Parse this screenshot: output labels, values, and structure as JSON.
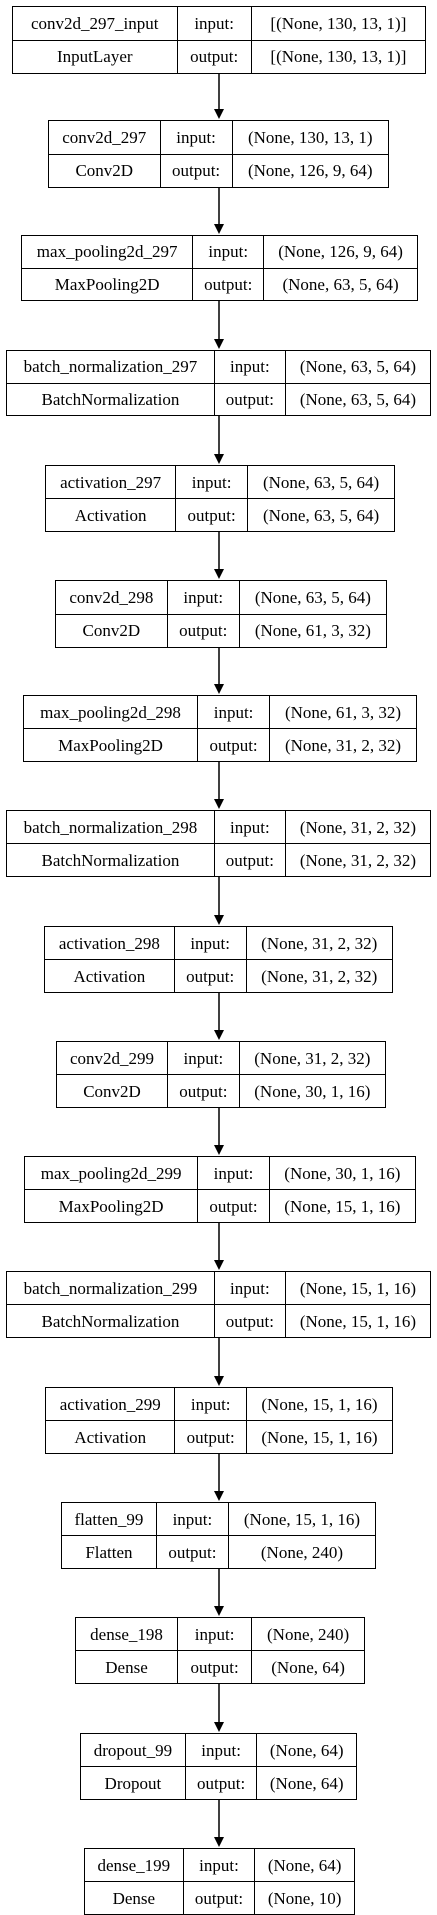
{
  "layers": [
    {
      "name": "conv2d_297_input",
      "type": "InputLayer",
      "input_label": "input:",
      "output_label": "output:",
      "input": "[(None, 130, 13, 1)]",
      "output": "[(None, 130, 13, 1)]"
    },
    {
      "name": "conv2d_297",
      "type": "Conv2D",
      "input_label": "input:",
      "output_label": "output:",
      "input": "(None, 130, 13, 1)",
      "output": "(None, 126, 9, 64)"
    },
    {
      "name": "max_pooling2d_297",
      "type": "MaxPooling2D",
      "input_label": "input:",
      "output_label": "output:",
      "input": "(None, 126, 9, 64)",
      "output": "(None, 63, 5, 64)"
    },
    {
      "name": "batch_normalization_297",
      "type": "BatchNormalization",
      "input_label": "input:",
      "output_label": "output:",
      "input": "(None, 63, 5, 64)",
      "output": "(None, 63, 5, 64)"
    },
    {
      "name": "activation_297",
      "type": "Activation",
      "input_label": "input:",
      "output_label": "output:",
      "input": "(None, 63, 5, 64)",
      "output": "(None, 63, 5, 64)"
    },
    {
      "name": "conv2d_298",
      "type": "Conv2D",
      "input_label": "input:",
      "output_label": "output:",
      "input": "(None, 63, 5, 64)",
      "output": "(None, 61, 3, 32)"
    },
    {
      "name": "max_pooling2d_298",
      "type": "MaxPooling2D",
      "input_label": "input:",
      "output_label": "output:",
      "input": "(None, 61, 3, 32)",
      "output": "(None, 31, 2, 32)"
    },
    {
      "name": "batch_normalization_298",
      "type": "BatchNormalization",
      "input_label": "input:",
      "output_label": "output:",
      "input": "(None, 31, 2, 32)",
      "output": "(None, 31, 2, 32)"
    },
    {
      "name": "activation_298",
      "type": "Activation",
      "input_label": "input:",
      "output_label": "output:",
      "input": "(None, 31, 2, 32)",
      "output": "(None, 31, 2, 32)"
    },
    {
      "name": "conv2d_299",
      "type": "Conv2D",
      "input_label": "input:",
      "output_label": "output:",
      "input": "(None, 31, 2, 32)",
      "output": "(None, 30, 1, 16)"
    },
    {
      "name": "max_pooling2d_299",
      "type": "MaxPooling2D",
      "input_label": "input:",
      "output_label": "output:",
      "input": "(None, 30, 1, 16)",
      "output": "(None, 15, 1, 16)"
    },
    {
      "name": "batch_normalization_299",
      "type": "BatchNormalization",
      "input_label": "input:",
      "output_label": "output:",
      "input": "(None, 15, 1, 16)",
      "output": "(None, 15, 1, 16)"
    },
    {
      "name": "activation_299",
      "type": "Activation",
      "input_label": "input:",
      "output_label": "output:",
      "input": "(None, 15, 1, 16)",
      "output": "(None, 15, 1, 16)"
    },
    {
      "name": "flatten_99",
      "type": "Flatten",
      "input_label": "input:",
      "output_label": "output:",
      "input": "(None, 15, 1, 16)",
      "output": "(None, 240)"
    },
    {
      "name": "dense_198",
      "type": "Dense",
      "input_label": "input:",
      "output_label": "output:",
      "input": "(None, 240)",
      "output": "(None, 64)"
    },
    {
      "name": "dropout_99",
      "type": "Dropout",
      "input_label": "input:",
      "output_label": "output:",
      "input": "(None, 64)",
      "output": "(None, 64)"
    },
    {
      "name": "dense_199",
      "type": "Dense",
      "input_label": "input:",
      "output_label": "output:",
      "input": "(None, 64)",
      "output": "(None, 10)"
    }
  ]
}
